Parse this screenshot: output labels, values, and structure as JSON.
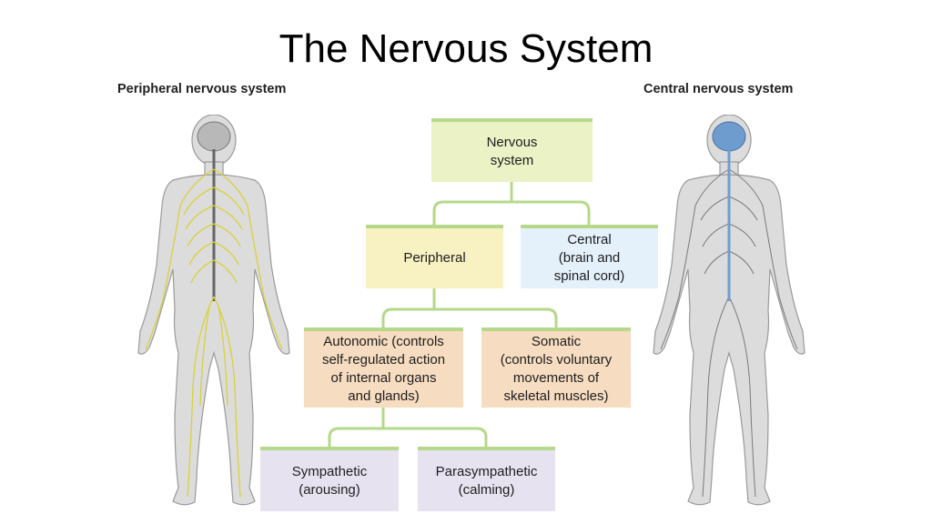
{
  "title": "The Nervous System",
  "left_figure": {
    "caption": "Peripheral nervous system",
    "nerve_color": "#d8d23a"
  },
  "right_figure": {
    "caption": "Central nervous system",
    "cns_color": "#6f9ccf"
  },
  "tree": {
    "root": "Nervous\nsystem",
    "peripheral": "Peripheral",
    "central": "Central\n(brain and\nspinal cord)",
    "autonomic": "Autonomic (controls\nself-regulated action\nof internal organs\nand glands)",
    "somatic": "Somatic\n(controls voluntary\nmovements of\nskeletal muscles)",
    "sympathetic": "Sympathetic\n(arousing)",
    "parasympathetic": "Parasympathetic\n(calming)"
  },
  "colors": {
    "connector": "#b6d88a",
    "root_fill": "#eaf2c6",
    "peripheral_fill": "#f8f1c2",
    "central_fill": "#e4f0fa",
    "middle_fill": "#f6dcc0",
    "bottom_fill": "#e6e2f0"
  }
}
